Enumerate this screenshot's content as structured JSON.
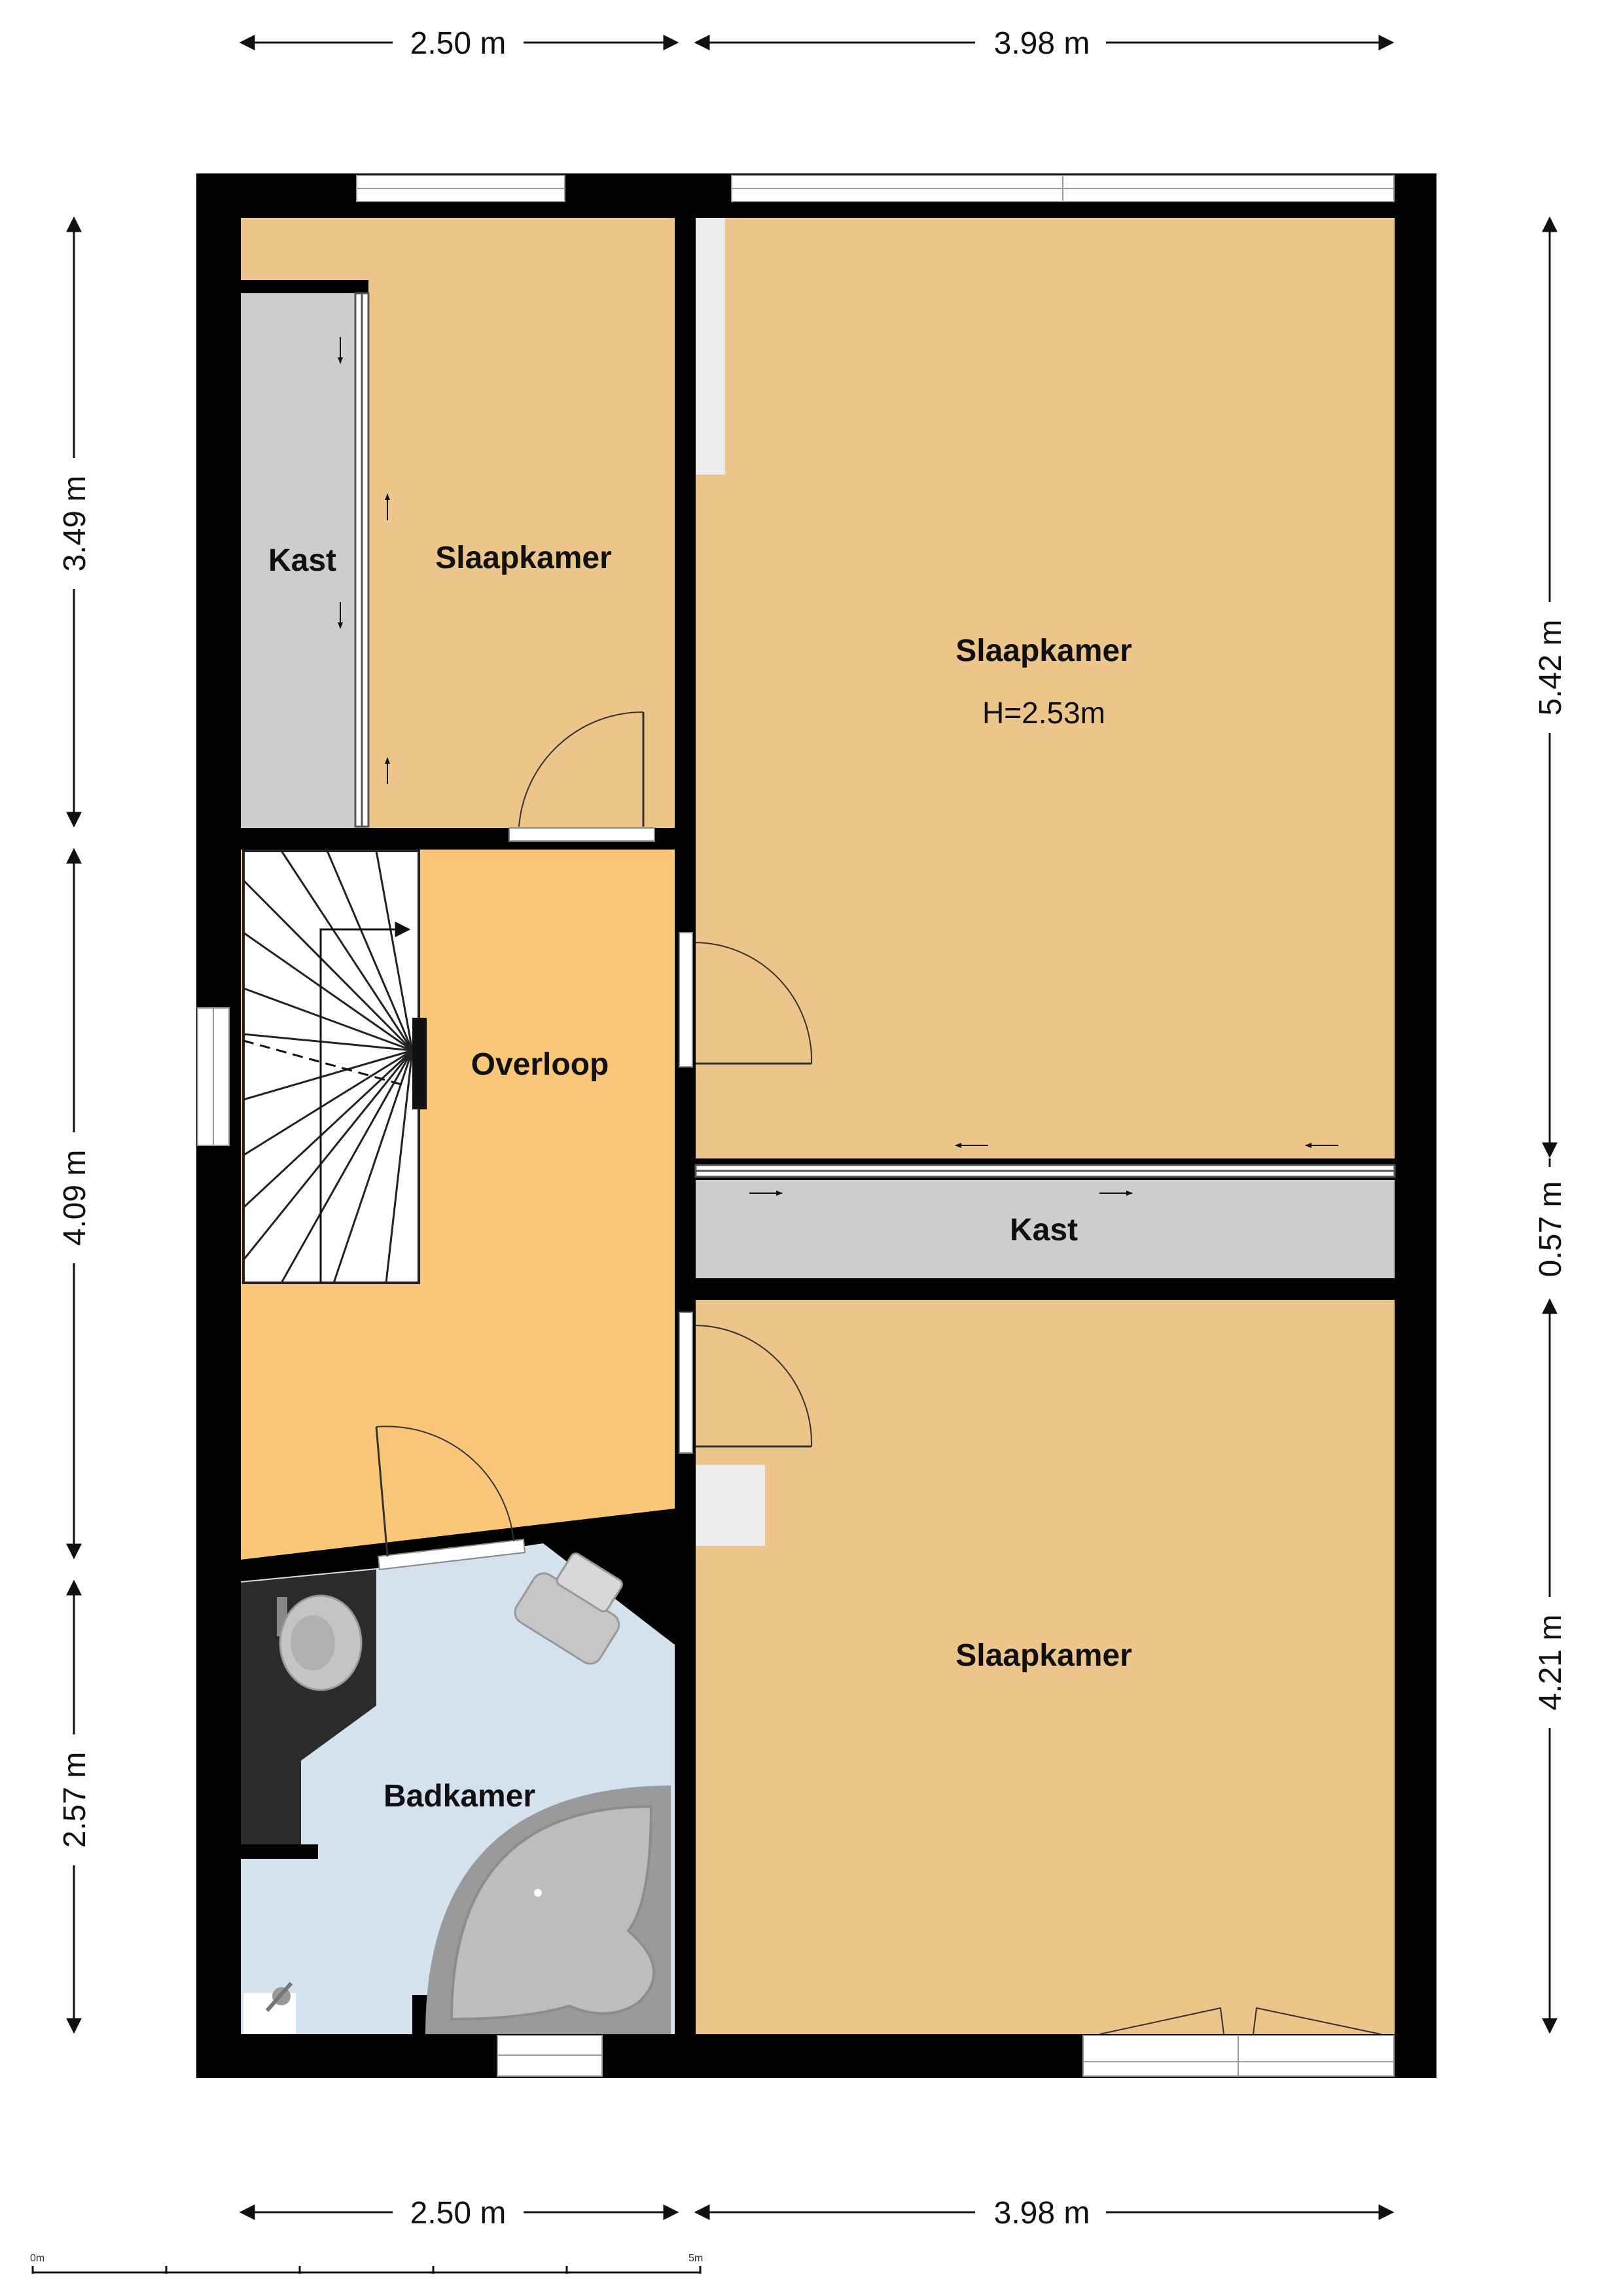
{
  "colors": {
    "bedroom_floor": "#ebc58a",
    "landing_floor": "#f9c67a",
    "closet_floor": "#cdcdcd",
    "bathroom_floor": "#d4e1ee",
    "bathroom_tile": "#2b2b2b",
    "wall": "#000000",
    "window": "#ffffff"
  },
  "rooms": {
    "kast_left": "Kast",
    "slaapkamer_small": "Slaapkamer",
    "slaapkamer_main": "Slaapkamer",
    "slaapkamer_main_height": "H=2.53m",
    "overloop": "Overloop",
    "kast_middle": "Kast",
    "slaapkamer_bottom": "Slaapkamer",
    "badkamer": "Badkamer"
  },
  "dimensions": {
    "top_left": "2.50 m",
    "top_right": "3.98 m",
    "bottom_left": "2.50 m",
    "bottom_right": "3.98 m",
    "left_1": "3.49 m",
    "left_2": "4.09 m",
    "left_3": "2.57 m",
    "right_1": "5.42 m",
    "right_2": "0.57 m",
    "right_3": "4.21 m"
  },
  "scale_bar": {
    "start": "0m",
    "end": "5m"
  },
  "icons": {
    "toilet": "toilet-icon",
    "sink": "sink-icon",
    "bathtub": "corner-bathtub-icon",
    "faucet": "faucet-icon",
    "staircase": "staircase-icon"
  }
}
